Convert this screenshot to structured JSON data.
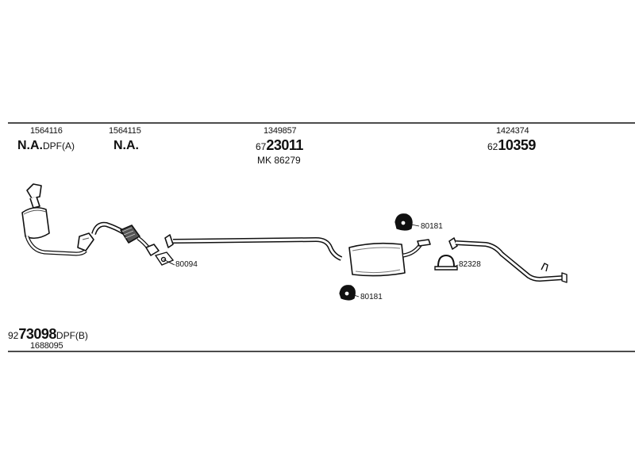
{
  "parts": {
    "p1": {
      "code": "1564116",
      "status": "N.A.",
      "note": "DPF(A)"
    },
    "p2": {
      "code": "1564115",
      "status": "N.A."
    },
    "p3": {
      "code": "1349857",
      "prefix": "67",
      "main": "23011",
      "kit": "MK 86279"
    },
    "p4": {
      "code": "1424374",
      "prefix": "62",
      "main": "10359"
    },
    "p5": {
      "prefix": "92",
      "main": "73098",
      "note": "DPF(B)",
      "code": "1688095"
    }
  },
  "callouts": {
    "gasket": "80094",
    "rubber_top": "80181",
    "rubber_bottom": "80181",
    "clamp": "82328"
  },
  "colors": {
    "line": "#111111",
    "part_fill": "#ffffff",
    "shade": "#777777"
  }
}
